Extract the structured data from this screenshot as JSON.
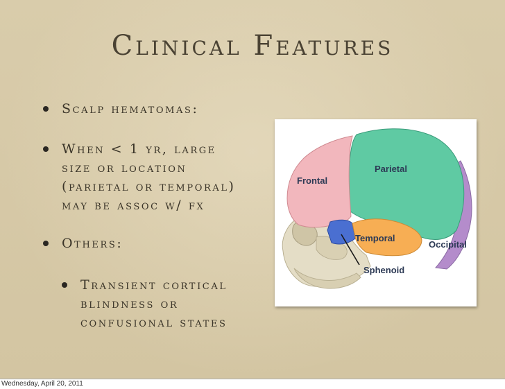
{
  "slide": {
    "title": "Clinical Features",
    "bullets": [
      {
        "text": "Scalp hematomas:"
      },
      {
        "text": "When < 1 yr, large\nsize or location\n(parietal or temporal)\nmay be assoc w/ fx"
      },
      {
        "text": "Others:"
      }
    ],
    "sub_bullets": [
      {
        "text": "Transient cortical\nblindness or\nconfusional states"
      }
    ],
    "figure": {
      "labels": {
        "frontal": "Frontal",
        "parietal": "Parietal",
        "temporal": "Temporal",
        "occipital": "Occipital",
        "sphenoid": "Sphenoid"
      },
      "colors": {
        "frontal": "#f2b7bd",
        "parietal": "#5fcaa3",
        "temporal": "#f7ae54",
        "occipital": "#b48ccb",
        "sphenoid": "#4a6fd1",
        "bone": "#e4ddc6"
      }
    }
  },
  "footer": {
    "date": "Wednesday, April 20, 2011"
  }
}
